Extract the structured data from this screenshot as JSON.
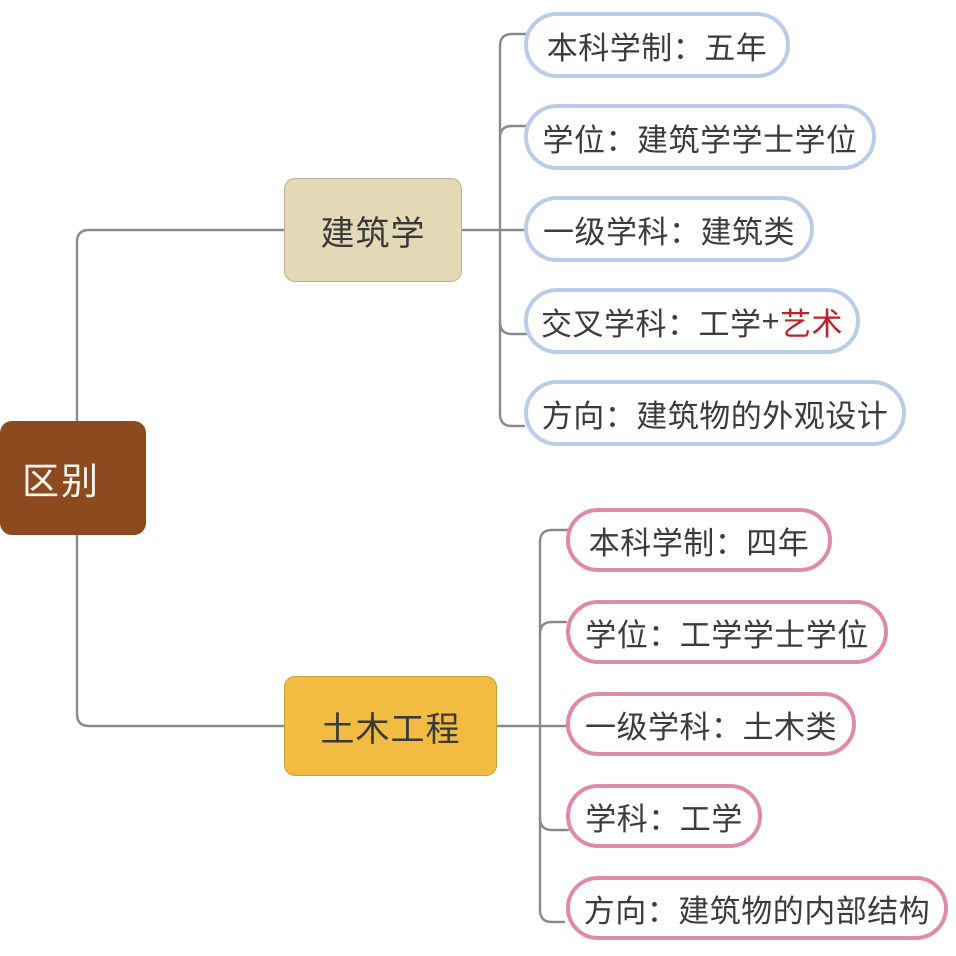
{
  "title": "区别",
  "colors": {
    "root_fill": "#8c4a1e",
    "root_text": "#fdf8f2",
    "branch_arch_fill": "#e4d9b6",
    "branch_civil_fill": "#f2bc42",
    "leaf_border_blue": "#b9cdeb",
    "leaf_border_pink": "#e08aab",
    "connector_line": "#8a8a8a",
    "accent_red": "#c0202a",
    "node_text": "#3c3c3c"
  },
  "root": {
    "label": "区别"
  },
  "branches": [
    {
      "id": "architecture",
      "label": "建筑学",
      "accent": "#e4d9b6",
      "leaf_border": "#b9cdeb",
      "leaves": [
        {
          "label": "本科学制：五年"
        },
        {
          "label": "学位：建筑学学士学位"
        },
        {
          "label": "一级学科：建筑类"
        },
        {
          "label_prefix": "交叉学科：工学",
          "label_plus": "+",
          "label_highlight": "艺术"
        },
        {
          "label": "方向：建筑物的外观设计"
        }
      ]
    },
    {
      "id": "civil-engineering",
      "label": "土木工程",
      "accent": "#f2bc42",
      "leaf_border": "#e08aab",
      "leaves": [
        {
          "label": "本科学制：四年"
        },
        {
          "label": "学位：工学学士学位"
        },
        {
          "label": "一级学科：土木类"
        },
        {
          "label": "学科：工学"
        },
        {
          "label": "方向：建筑物的内部结构"
        }
      ]
    }
  ]
}
